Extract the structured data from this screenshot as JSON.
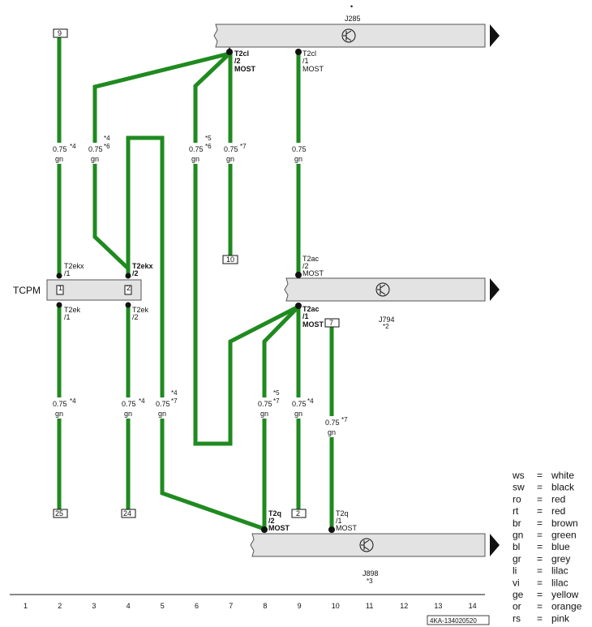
{
  "components": {
    "j285": {
      "name": "J285",
      "pins": [
        {
          "conn": "T2cl",
          "pin": "/2",
          "bus": "MOST"
        },
        {
          "conn": "T2cl",
          "pin": "/1",
          "bus": "MOST"
        }
      ]
    },
    "j794": {
      "name": "J794",
      "note": "*2",
      "pins": [
        {
          "conn": "T2ac",
          "pin": "/2",
          "bus": "MOST"
        },
        {
          "conn": "T2ac",
          "pin": "/1",
          "bus": "MOST"
        }
      ]
    },
    "j898": {
      "name": "J898",
      "note": "*3",
      "pins": [
        {
          "conn": "T2q",
          "pin": "/2",
          "bus": "MOST"
        },
        {
          "conn": "T2q",
          "pin": "/1",
          "bus": "MOST"
        }
      ]
    },
    "tcpm": {
      "name": "TCPM",
      "pins": [
        {
          "conn": "T2ekx",
          "pin": "/1"
        },
        {
          "conn": "T2ekx",
          "pin": "/2"
        },
        {
          "conn": "T2ek",
          "pin": "/1"
        },
        {
          "conn": "T2ek",
          "pin": "/2"
        }
      ]
    }
  },
  "wire_labels": [
    {
      "size": "0.75",
      "color": "gn",
      "notes": [
        "*4"
      ]
    },
    {
      "size": "0.75",
      "color": "gn",
      "notes": [
        "*4",
        "*6"
      ]
    },
    {
      "size": "0.75",
      "color": "gn",
      "notes": [
        "*5",
        "*6"
      ]
    },
    {
      "size": "0.75",
      "color": "gn",
      "notes": [
        "*7"
      ]
    },
    {
      "size": "0.75",
      "color": "gn",
      "notes": []
    },
    {
      "size": "0.75",
      "color": "gn",
      "notes": [
        "*4"
      ]
    },
    {
      "size": "0.75",
      "color": "gn",
      "notes": [
        "*4"
      ]
    },
    {
      "size": "0.75",
      "color": "gn",
      "notes": [
        "*4",
        "*7"
      ]
    },
    {
      "size": "0.75",
      "color": "gn",
      "notes": [
        "*5",
        "*7"
      ]
    },
    {
      "size": "0.75",
      "color": "gn",
      "notes": [
        "*4"
      ]
    },
    {
      "size": "0.75",
      "color": "gn",
      "notes": [
        "*7"
      ]
    }
  ],
  "refs": [
    "9",
    "10",
    "7",
    "25",
    "24",
    "2",
    "1"
  ],
  "legend": [
    {
      "code": "ws",
      "eq": "=",
      "name": "white"
    },
    {
      "code": "sw",
      "eq": "=",
      "name": "black"
    },
    {
      "code": "ro",
      "eq": "=",
      "name": "red"
    },
    {
      "code": "rt",
      "eq": "=",
      "name": "red"
    },
    {
      "code": "br",
      "eq": "=",
      "name": "brown"
    },
    {
      "code": "gn",
      "eq": "=",
      "name": "green"
    },
    {
      "code": "bl",
      "eq": "=",
      "name": "blue"
    },
    {
      "code": "gr",
      "eq": "=",
      "name": "grey"
    },
    {
      "code": "li",
      "eq": "=",
      "name": "lilac"
    },
    {
      "code": "vi",
      "eq": "=",
      "name": "lilac"
    },
    {
      "code": "ge",
      "eq": "=",
      "name": "yellow"
    },
    {
      "code": "or",
      "eq": "=",
      "name": "orange"
    },
    {
      "code": "rs",
      "eq": "=",
      "name": "pink"
    }
  ],
  "columns": [
    "1",
    "2",
    "3",
    "4",
    "5",
    "6",
    "7",
    "8",
    "9",
    "10",
    "11",
    "12",
    "13",
    "14"
  ],
  "drawing_id": "4KA-134020520",
  "colors": {
    "wire": "#1f8a1f",
    "component_fill": "#e3e3e3"
  }
}
